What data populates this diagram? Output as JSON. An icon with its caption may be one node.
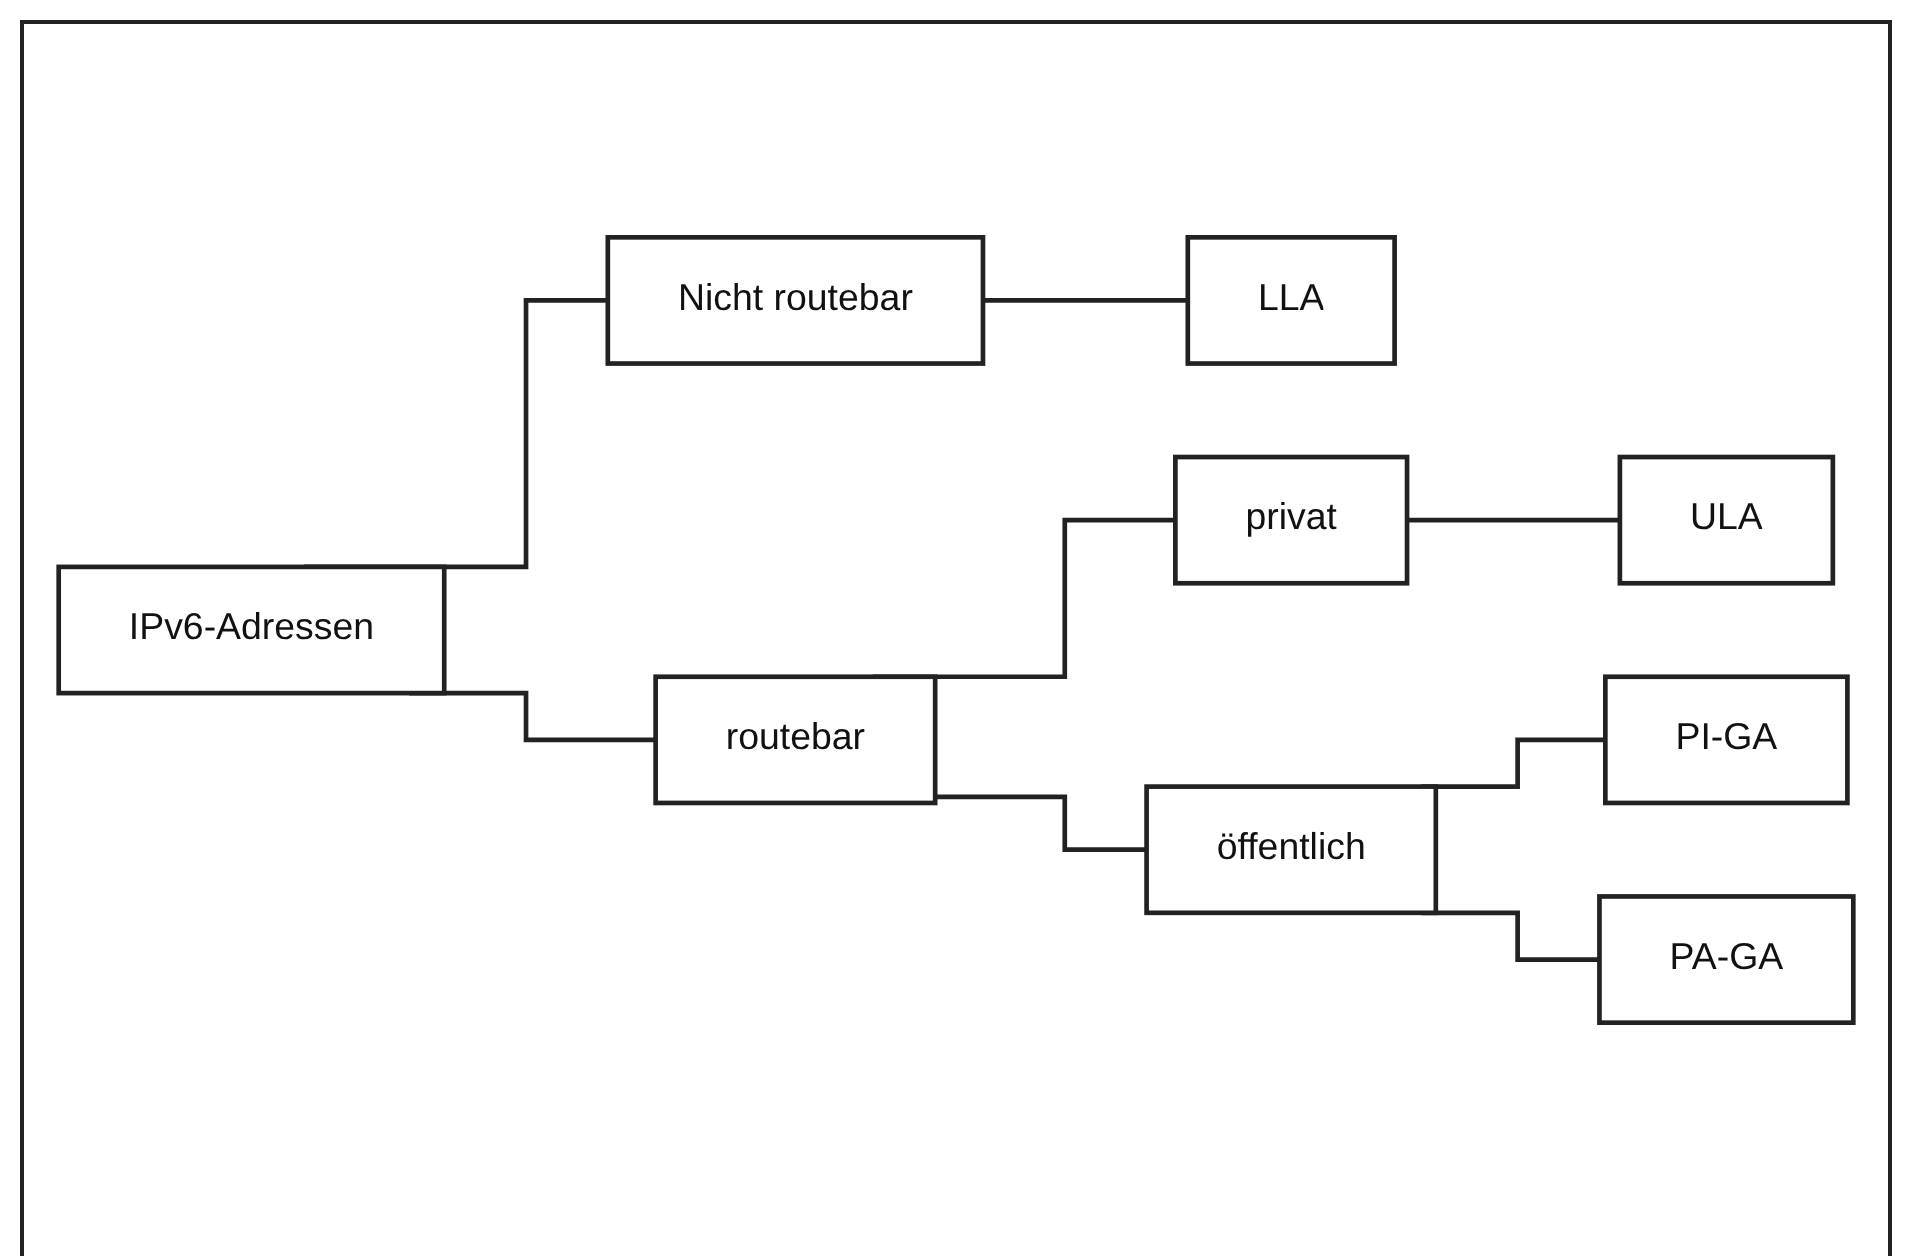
{
  "diagram": {
    "nodes": [
      {
        "text": [
          "IPv6-Adressen"
        ]
      },
      {
        "text": [
          "Nicht routebar"
        ]
      },
      {
        "text": [
          "routebar"
        ]
      },
      {
        "text": [
          "LLA"
        ]
      },
      {
        "text": [
          "privat"
        ]
      },
      {
        "text": [
          "öffentlich"
        ]
      },
      {
        "text": [
          "ULA"
        ]
      },
      {
        "text": [
          "PI-GA"
        ]
      },
      {
        "text": [
          "PA-GA"
        ]
      }
    ],
    "edges": [
      {
        "from": 0,
        "to": 1,
        "arrow": "none"
      },
      {
        "from": 0,
        "to": 2,
        "arrow": "none"
      },
      {
        "from": 1,
        "to": 3,
        "arrow": "none"
      },
      {
        "from": 2,
        "to": 4,
        "arrow": "none"
      },
      {
        "from": 2,
        "to": 5,
        "arrow": "none"
      },
      {
        "from": 4,
        "to": 6,
        "arrow": "none"
      },
      {
        "from": 5,
        "to": 7,
        "arrow": "none"
      },
      {
        "from": 5,
        "to": 8,
        "arrow": "none"
      }
    ]
  }
}
